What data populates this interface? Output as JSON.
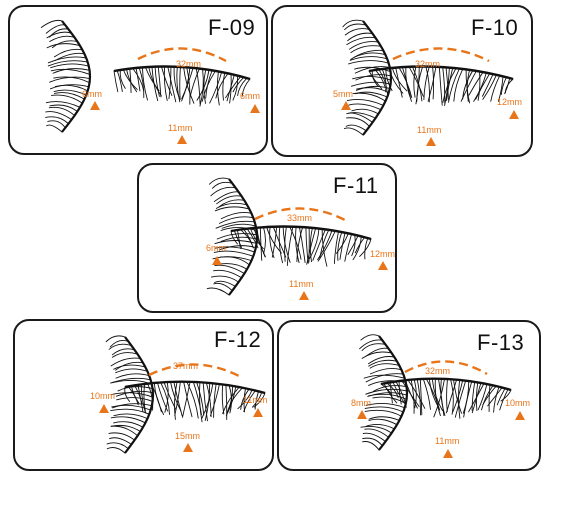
{
  "accent_color": "#e8751a",
  "lash_color": "#111111",
  "icons": {
    "lash_strip": "eyelash-strip-icon",
    "marker": "orange-triangle-icon"
  },
  "products": [
    {
      "code": "F-09",
      "width": "32mm",
      "inner": "6mm",
      "center": "11mm",
      "outer": "6mm"
    },
    {
      "code": "F-10",
      "width": "32mm",
      "inner": "5mm",
      "center": "11mm",
      "outer": "12mm"
    },
    {
      "code": "F-11",
      "width": "33mm",
      "inner": "6mm",
      "center": "11mm",
      "outer": "12mm"
    },
    {
      "code": "F-12",
      "width": "37mm",
      "inner": "10mm",
      "center": "15mm",
      "outer": "11mm"
    },
    {
      "code": "F-13",
      "width": "32mm",
      "inner": "8mm",
      "center": "11mm",
      "outer": "10mm"
    }
  ]
}
